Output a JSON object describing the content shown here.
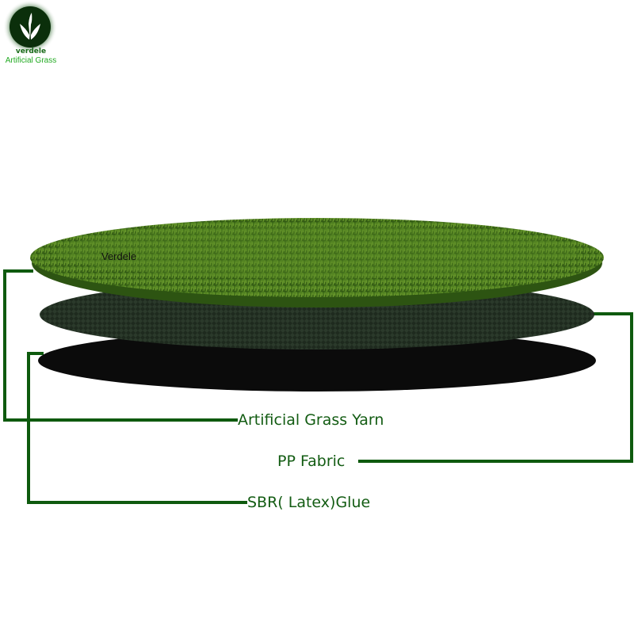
{
  "logo": {
    "icon": "leaf-icon",
    "name": "verdele",
    "tagline": "Artificial Grass"
  },
  "product_mark": "Verdele",
  "layers": [
    {
      "label": "Artificial Grass Yarn",
      "color": "#4a7a1e"
    },
    {
      "label": "PP Fabric",
      "color": "#1c2a1c"
    },
    {
      "label": "SBR( Latex)Glue",
      "color": "#0b0b0b"
    }
  ],
  "colors": {
    "leader_line": "#0e5a0e",
    "label_text": "#135c13",
    "logo_green": "#1a6b1a"
  }
}
